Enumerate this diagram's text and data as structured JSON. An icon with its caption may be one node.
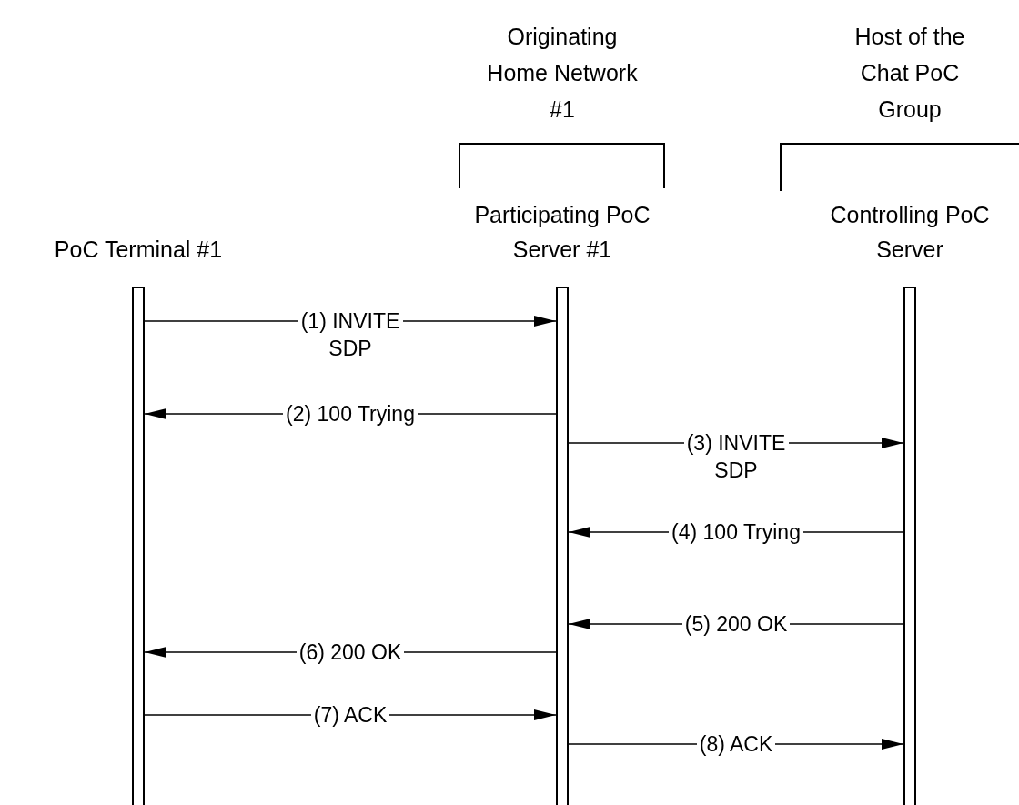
{
  "diagram": {
    "nodes": [
      {
        "text": [
          "PoC Terminal #1"
        ]
      },
      {
        "text": [
          "Participating PoC Server #1"
        ]
      },
      {
        "text": [
          "Controlling PoC Server"
        ]
      }
    ],
    "edges": [
      {
        "from": 0,
        "to": 1,
        "arrow": "to",
        "label": "(1) INVITE SDP"
      },
      {
        "from": 1,
        "to": 0,
        "arrow": "to",
        "label": "(2) 100 Trying"
      },
      {
        "from": 1,
        "to": 2,
        "arrow": "to",
        "label": "(3) INVITE SDP"
      },
      {
        "from": 2,
        "to": 1,
        "arrow": "to",
        "label": "(4) 100 Trying"
      },
      {
        "from": 2,
        "to": 1,
        "arrow": "to",
        "label": "(5) 200 OK"
      },
      {
        "from": 1,
        "to": 0,
        "arrow": "to",
        "label": "(6) 200 OK"
      },
      {
        "from": 0,
        "to": 1,
        "arrow": "to",
        "label": "(7) ACK"
      },
      {
        "from": 1,
        "to": 2,
        "arrow": "to",
        "label": "(8) ACK"
      }
    ],
    "labels": [
      "Originating Home Network #1",
      "Host of the Chat PoC Group"
    ]
  }
}
